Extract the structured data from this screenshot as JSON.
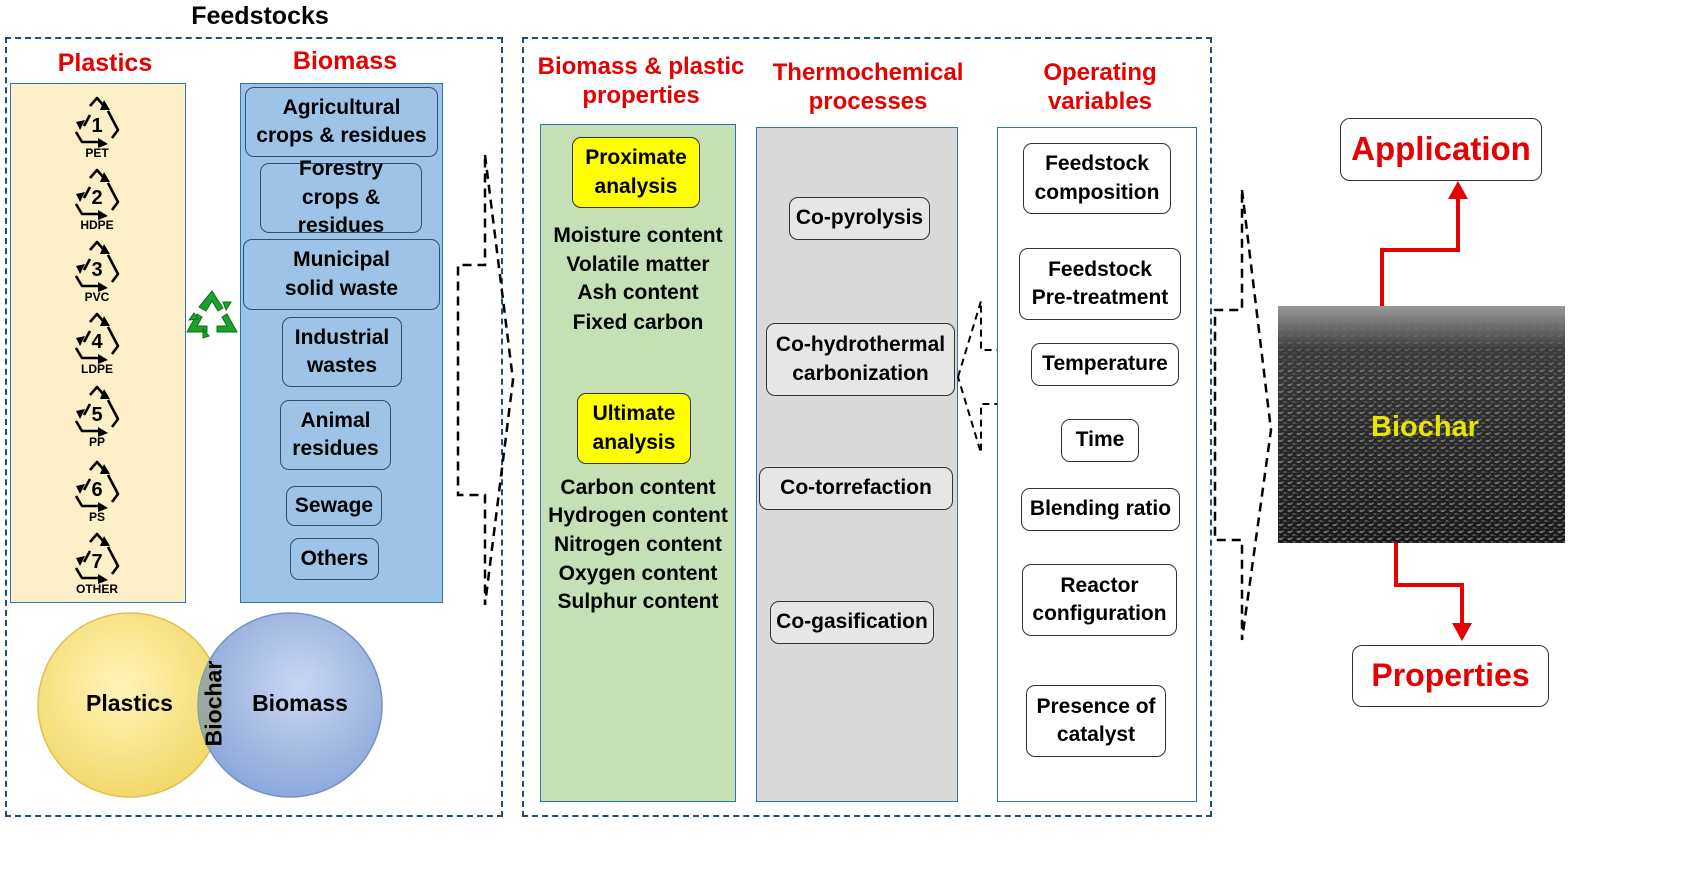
{
  "feedstocks": {
    "title": "Feedstocks",
    "plastics_header": "Plastics",
    "biomass_header": "Biomass",
    "plastic_codes": [
      {
        "number": "1",
        "code": "PET"
      },
      {
        "number": "2",
        "code": "HDPE"
      },
      {
        "number": "3",
        "code": "PVC"
      },
      {
        "number": "4",
        "code": "LDPE"
      },
      {
        "number": "5",
        "code": "PP"
      },
      {
        "number": "6",
        "code": "PS"
      },
      {
        "number": "7",
        "code": "OTHER"
      }
    ],
    "biomass_items": [
      "Agricultural crops & residues",
      "Forestry crops & residues",
      "Municipal solid waste",
      "Industrial wastes",
      "Animal residues",
      "Sewage",
      "Others"
    ],
    "recycle_icon": "recycle-icon",
    "venn": {
      "left": "Plastics",
      "center": "Biochar",
      "right": "Biomass"
    }
  },
  "properties_col": {
    "header": "Biomass & plastic properties",
    "proximate": "Proximate analysis",
    "proximate_items": [
      "Moisture content",
      "Volatile matter",
      "Ash content",
      "Fixed carbon"
    ],
    "ultimate": "Ultimate analysis",
    "ultimate_items": [
      "Carbon content",
      "Hydrogen content",
      "Nitrogen content",
      "Oxygen content",
      "Sulphur content"
    ]
  },
  "processes_col": {
    "header": "Thermochemical processes",
    "items": [
      "Co-pyrolysis",
      "Co-hydrothermal carbonization",
      "Co-torrefaction",
      "Co-gasification"
    ]
  },
  "variables_col": {
    "header": "Operating variables",
    "items": [
      "Feedstock composition",
      "Feedstock Pre-treatment",
      "Temperature",
      "Time",
      "Blending ratio",
      "Reactor configuration",
      "Presence of catalyst"
    ]
  },
  "output": {
    "biochar": "Biochar",
    "application": "Application",
    "properties": "Properties"
  },
  "colors": {
    "frame": "#1f4e79",
    "red": "#e60000",
    "plastics_panel": "#fdefc8",
    "biomass_panel": "#9dc3e6",
    "properties_panel": "#c5e0b4",
    "processes_panel": "#d9d9d9",
    "highlight_yellow": "#ffff00",
    "biochar_text": "#e6e600"
  }
}
